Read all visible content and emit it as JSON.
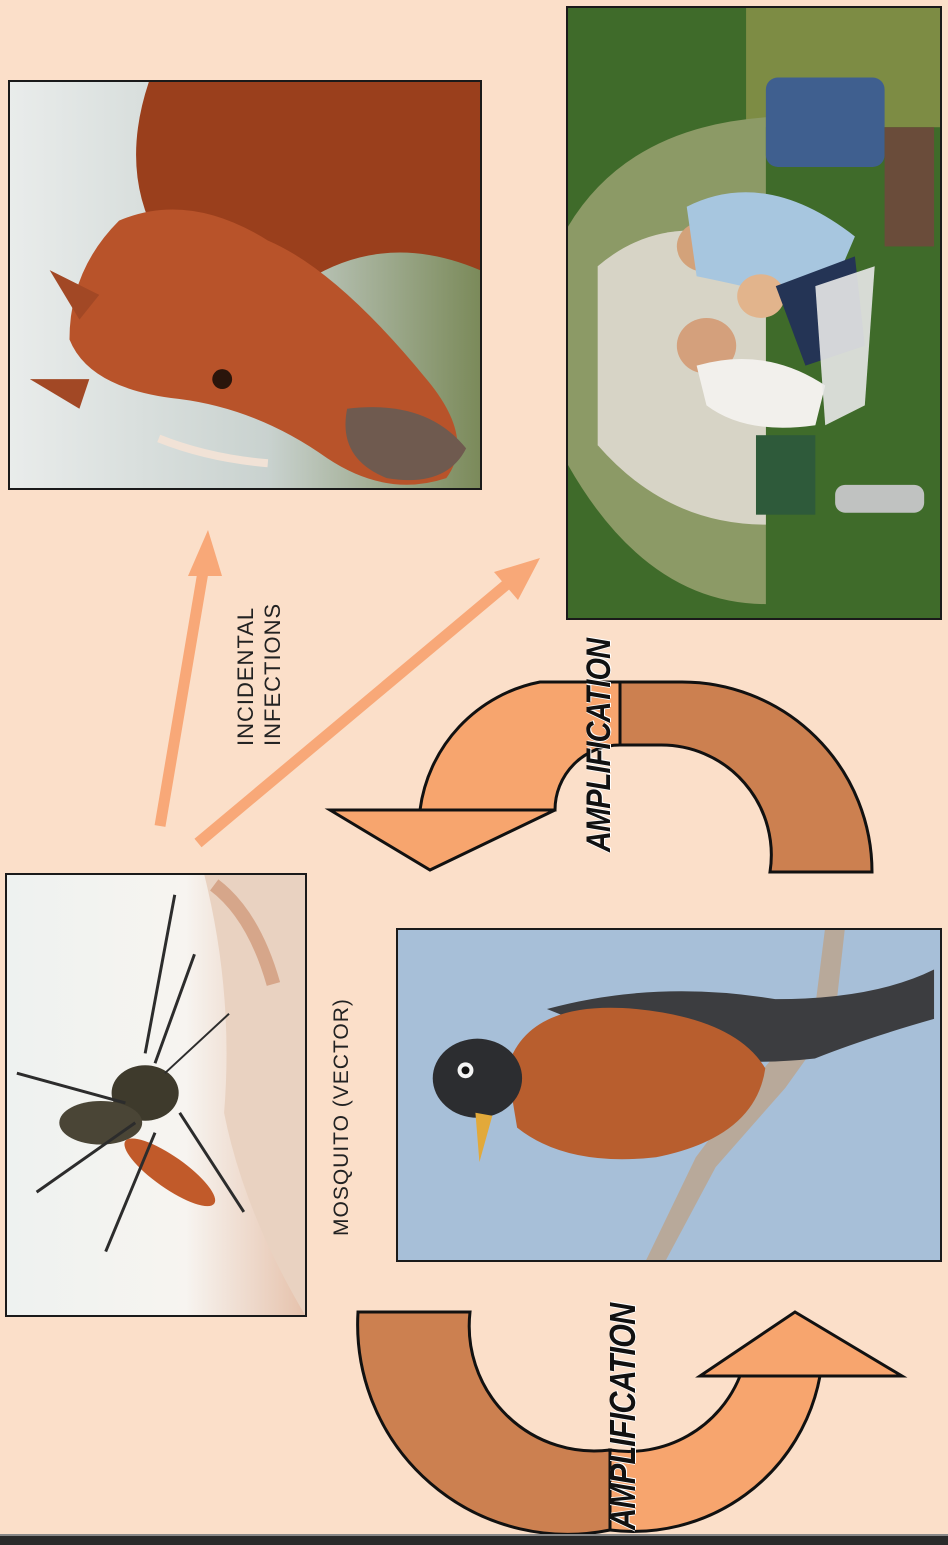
{
  "labels": {
    "mosquito": "MOSQUITO (VECTOR)",
    "incidental_line1": "INCIDENTAL",
    "incidental_line2": "INFECTIONS",
    "amplification_top": "AMPLIFICATION",
    "amplification_bottom": "AMPLIFICATION"
  },
  "images": {
    "horse": "horse-photo",
    "campers": "family-camping-photo",
    "mosquito": "mosquito-photo",
    "robin": "robin-bird-photo"
  },
  "colors": {
    "background": "#fbdfc9",
    "arrow_light": "#f7a56e",
    "arrow_dark": "#cc8050",
    "incidental_arrow": "#f8a878"
  }
}
